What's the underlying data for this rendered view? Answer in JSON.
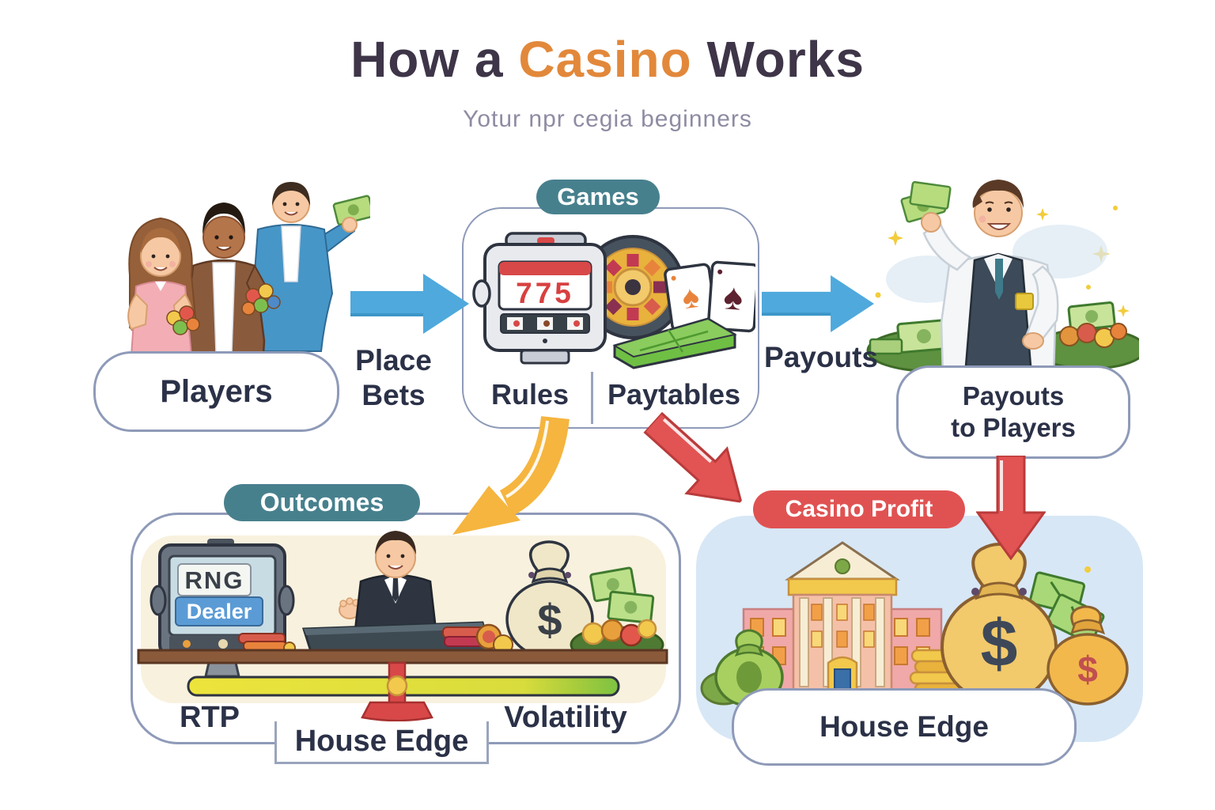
{
  "title": {
    "part1": "How a ",
    "highlight": "Casino",
    "part2": " Works"
  },
  "subtitle": "Yotur npr cegia beginners",
  "players": {
    "label": "Players"
  },
  "arrows": {
    "place_bets_line1": "Place",
    "place_bets_line2": "Bets",
    "payouts": "Payouts"
  },
  "games": {
    "badge": "Games",
    "slot_display": "775",
    "rules": "Rules",
    "paytables": "Paytables"
  },
  "payouts_box": {
    "line1": "Payouts",
    "line2": "to Players"
  },
  "outcomes": {
    "badge": "Outcomes",
    "screen_top": "RNG",
    "screen_bottom": "Dealer",
    "rtp": "RTP",
    "house_edge": "House Edge",
    "volatility": "Volatility",
    "bag_symbol": "$"
  },
  "casino_profit": {
    "badge": "Casino Profit",
    "house_edge": "House Edge",
    "bag_symbol": "$"
  },
  "colors": {
    "accent_orange": "#E2883B",
    "title_dark": "#3E3548",
    "arrow_blue": "#4FA9DC",
    "badge_teal": "#47808D",
    "badge_red": "#E05252",
    "arrow_yellow": "#F5B53F",
    "label_dark": "#2B3147",
    "box_border": "#8E9AB8",
    "outcomes_cream": "#F8F1DE",
    "profit_blue": "#D7E7F6"
  }
}
